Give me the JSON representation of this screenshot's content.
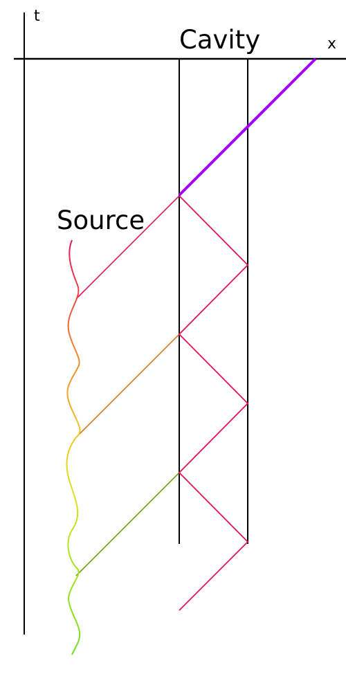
{
  "labels": {
    "time_axis": "t",
    "space_axis": "x",
    "cavity": "Cavity",
    "source": "Source"
  },
  "colors": {
    "axes": "#000000",
    "cavity_walls": "#000000",
    "reflection": "#e8105a",
    "output_beam": "#a000ff",
    "emission_1": "#e8105a",
    "emission_2": "#c87a1c",
    "emission_3": "#6aa000",
    "source_gradient": [
      "#e8105a",
      "#f07a30",
      "#f0c020",
      "#e0e020",
      "#a8e020",
      "#70e020"
    ]
  },
  "icons": {
    "source": "wavy-worldline-icon"
  }
}
